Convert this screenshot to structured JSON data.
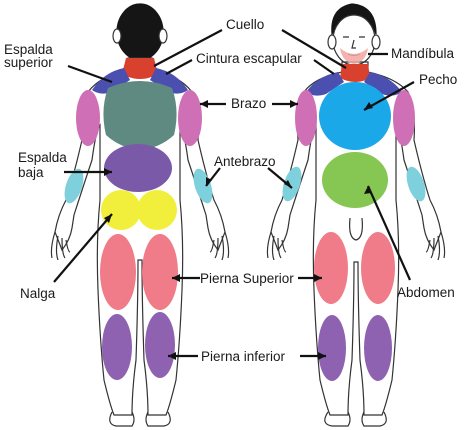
{
  "labels": {
    "espalda_superior": [
      "Espalda",
      "superior"
    ],
    "cuello": "Cuello",
    "cintura_escapular": "Cintura escapular",
    "mandibula": "Mandíbula",
    "pecho": "Pecho",
    "brazo": "Brazo",
    "espalda_baja": [
      "Espalda",
      "baja"
    ],
    "antebrazo": "Antebrazo",
    "nalga": "Nalga",
    "pierna_superior": "Pierna Superior",
    "abdomen": "Abdomen",
    "pierna_inferior": "Pierna inferior"
  },
  "colors": {
    "neck": "#d9412f",
    "shoulder": "#4a4fb0",
    "arm": "#cf6fb6",
    "upper_back": "#5f8a82",
    "lower_back": "#7a5aa8",
    "forearm": "#7ed0dc",
    "glute": "#f2ee3c",
    "thigh": "#ef7c88",
    "calf": "#8e62b0",
    "chest": "#1aa8e8",
    "abdomen": "#86c653",
    "hair": "#151515",
    "skin_line": "#333333"
  }
}
